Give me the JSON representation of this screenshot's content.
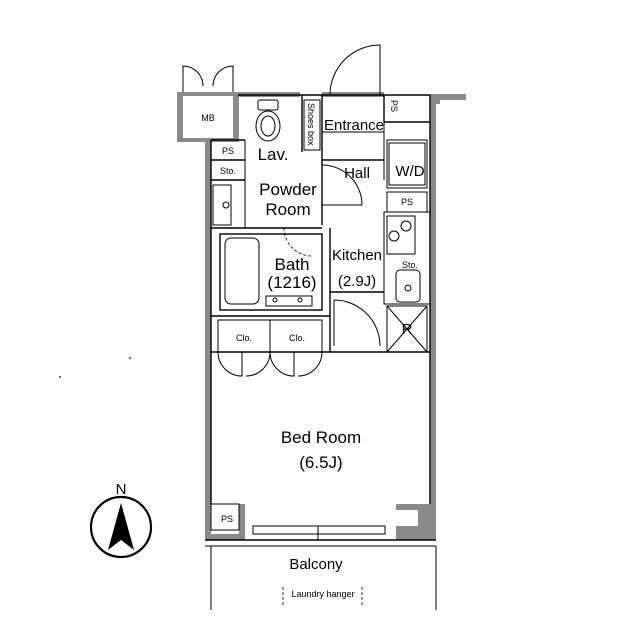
{
  "rooms": {
    "mb": "MB",
    "entrance": "Entrance",
    "shoes_box": "Shoes box",
    "lav": "Lav.",
    "hall": "Hall",
    "wd": "W/D",
    "powder_room_line1": "Powder",
    "powder_room_line2": "Room",
    "bath": "Bath",
    "bath_size": "(1216)",
    "kitchen": "Kitchen",
    "kitchen_size": "(2.9J)",
    "refrigerator": "R",
    "bed_room": "Bed Room",
    "bed_room_size": "(6.5J)",
    "balcony": "Balcony",
    "laundry_hanger": "Laundry hanger"
  },
  "storage": {
    "ps_top_right": "PS",
    "ps_left": "PS",
    "ps_kitchen": "PS",
    "ps_bedroom": "PS",
    "sto_left": "Sto.",
    "sto_kitchen": "Sto.",
    "clo_left": "Clo.",
    "clo_right": "Clo."
  },
  "compass": {
    "north_label": "N",
    "icon": "north-arrow-icon"
  },
  "colors": {
    "wall": "#8a8a8a",
    "line": "#000000",
    "background": "#ffffff"
  }
}
